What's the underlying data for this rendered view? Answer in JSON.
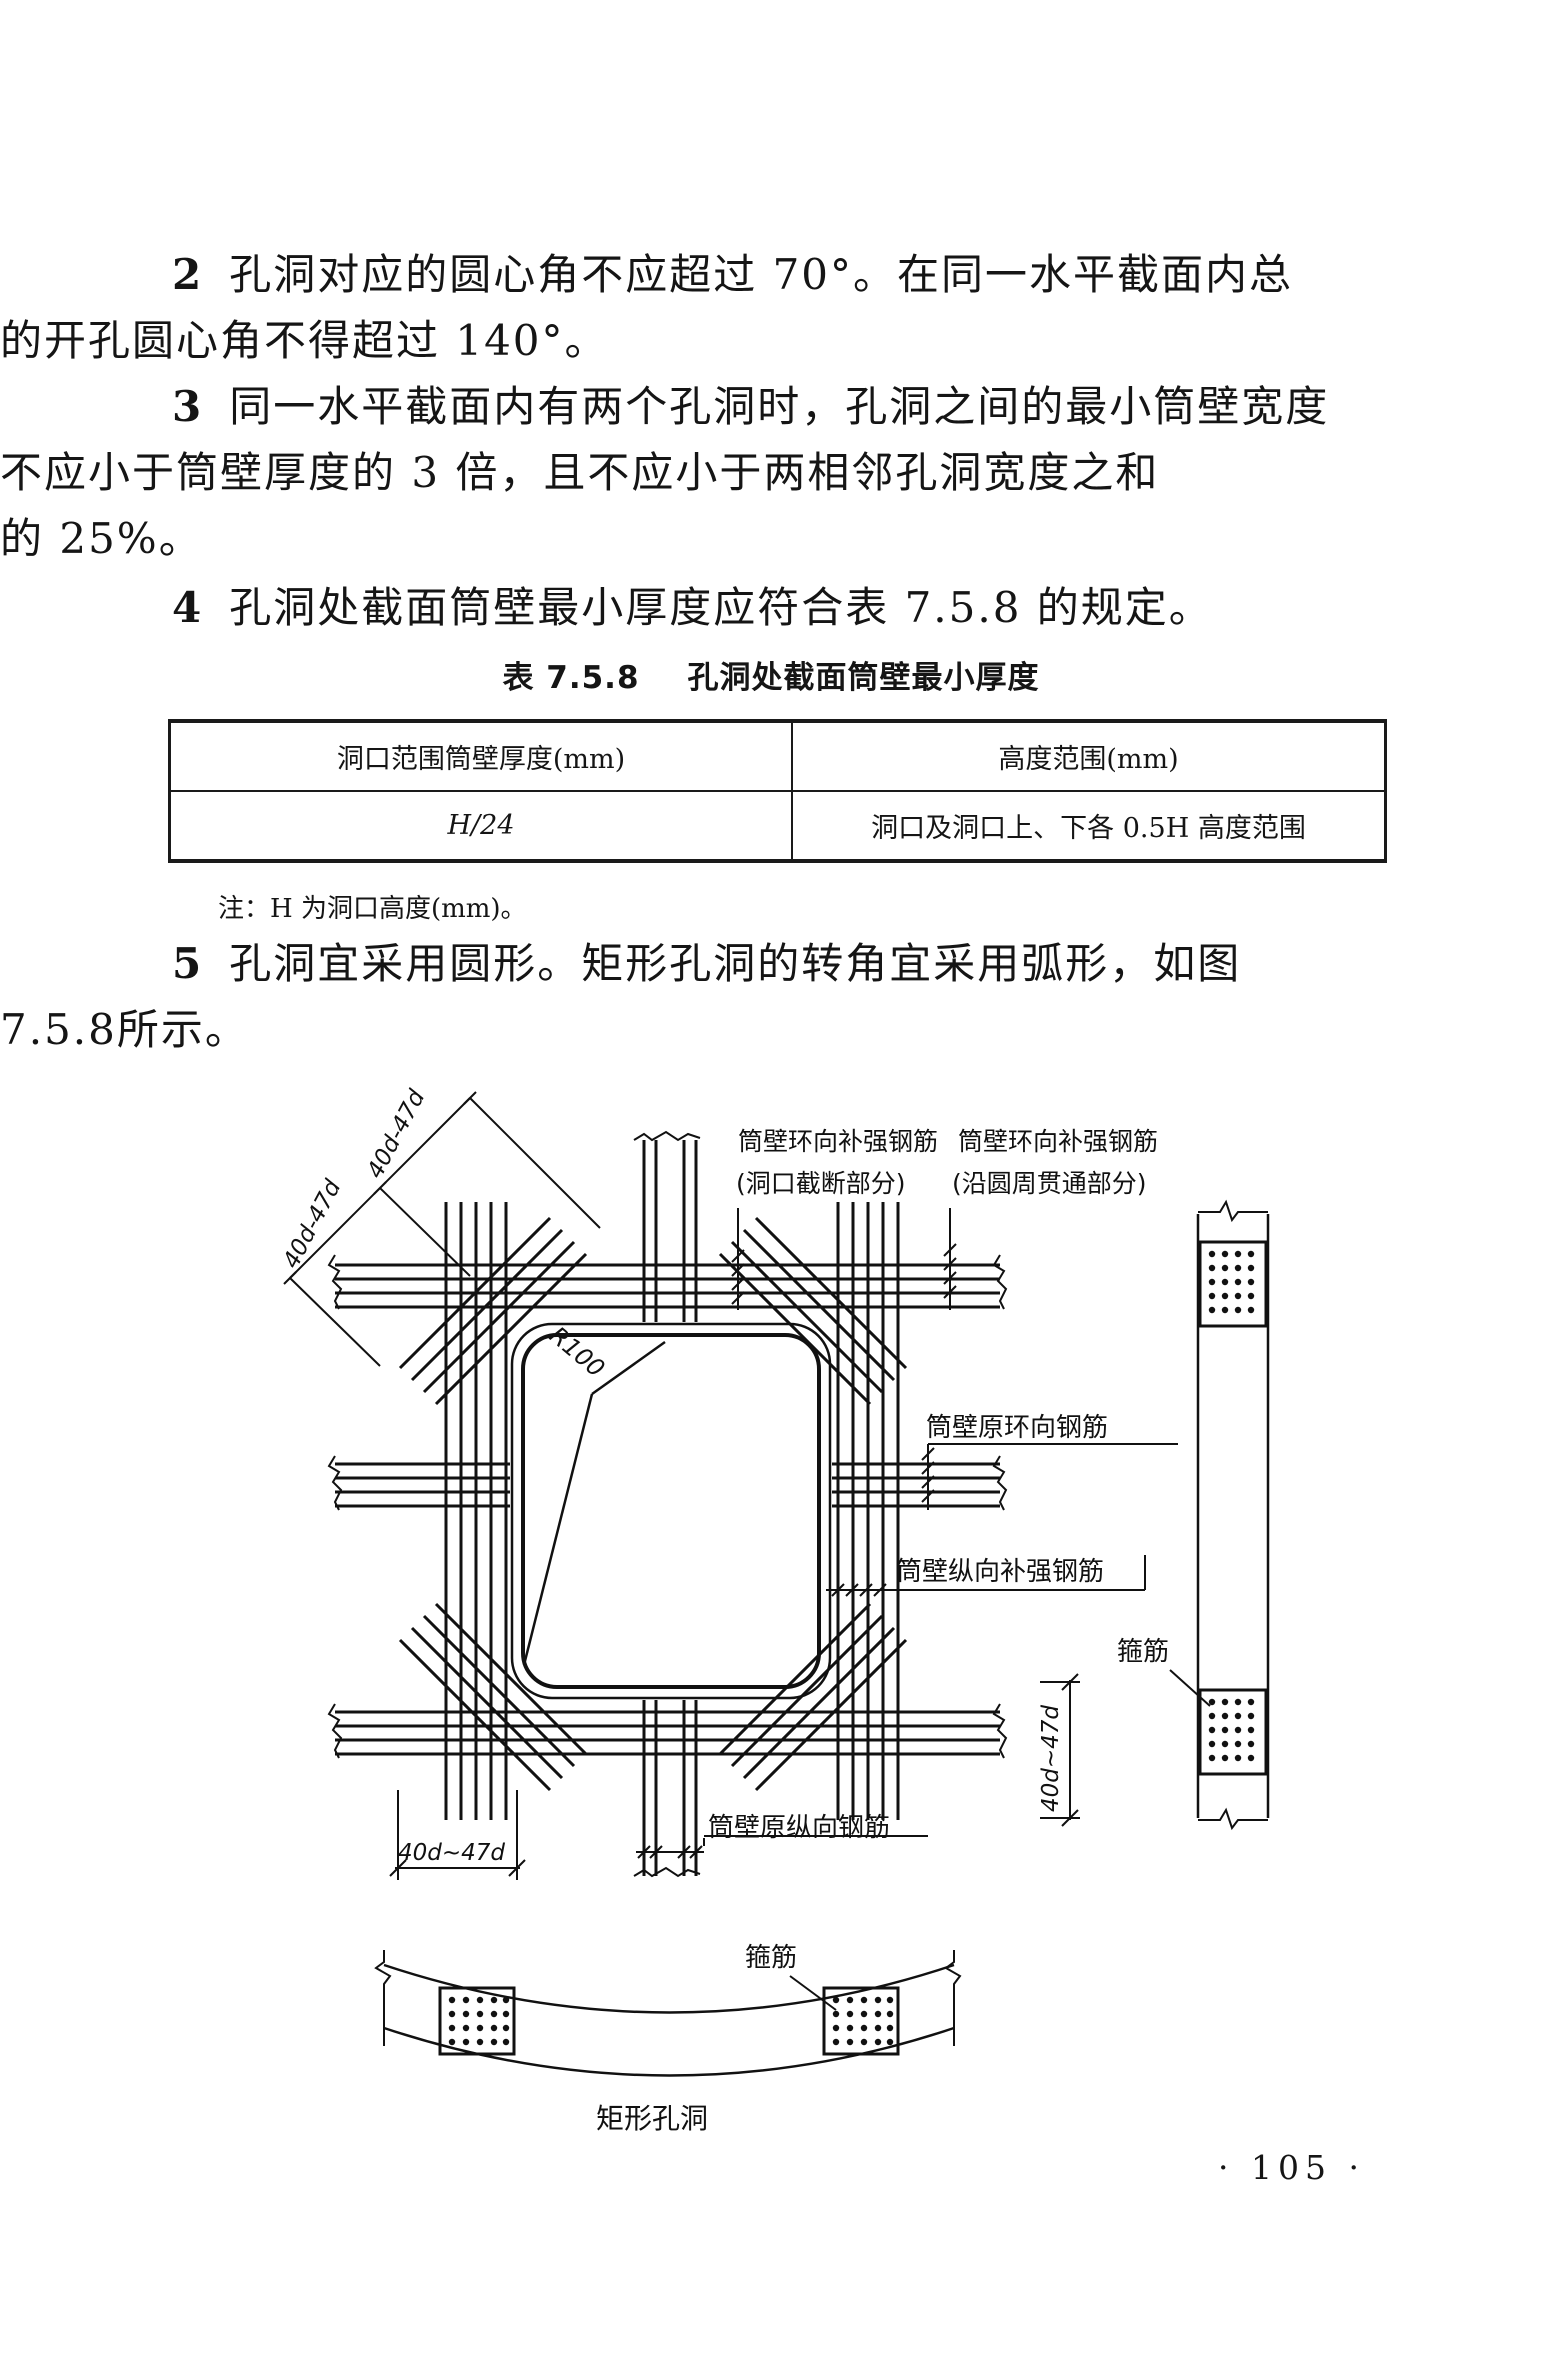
{
  "paragraphs": [
    {
      "num": "2",
      "line1": "孔洞对应的圆心角不应超过 70°。在同一水平截面内总",
      "line2": "的开孔圆心角不得超过 140°。"
    },
    {
      "num": "3",
      "line1": "同一水平截面内有两个孔洞时，孔洞之间的最小筒壁宽度",
      "line2": "不应小于筒壁厚度的 3 倍，且不应小于两相邻孔洞宽度之和",
      "line3": "的 25%。"
    },
    {
      "num": "4",
      "line1": "孔洞处截面筒壁最小厚度应符合表 7.5.8 的规定。"
    },
    {
      "num": "5",
      "line1": "孔洞宜采用圆形。矩形孔洞的转角宜采用弧形，如图",
      "line2": "7.5.8所示。"
    }
  ],
  "table": {
    "caption_no": "表 7.5.8",
    "caption_title": "孔洞处截面筒壁最小厚度",
    "headers": [
      "洞口范围筒壁厚度(mm)",
      "高度范围(mm)"
    ],
    "rows": [
      [
        "H/24",
        "洞口及洞口上、下各 0.5H 高度范围"
      ]
    ],
    "note": "注：H 为洞口高度(mm)。"
  },
  "figure": {
    "labels": {
      "ring_reinf_cut": "筒壁环向补强钢筋",
      "ring_reinf_cut_sub": "(洞口截断部分)",
      "ring_reinf_through": "筒壁环向补强钢筋",
      "ring_reinf_through_sub": "(沿圆周贯通部分)",
      "orig_ring": "筒壁原环向钢筋",
      "vert_reinf": "筒壁纵向补强钢筋",
      "stirrup_side": "箍筋",
      "orig_vert": "筒壁原纵向钢筋",
      "stirrup_bottom": "箍筋",
      "caption": "矩形孔洞",
      "radius": "R100",
      "dim_diag_1": "40d-47d",
      "dim_diag_2": "40d-47d",
      "dim_right": "40d~47d",
      "dim_bottom": "40d~47d"
    }
  },
  "page_number": "· 105 ·"
}
